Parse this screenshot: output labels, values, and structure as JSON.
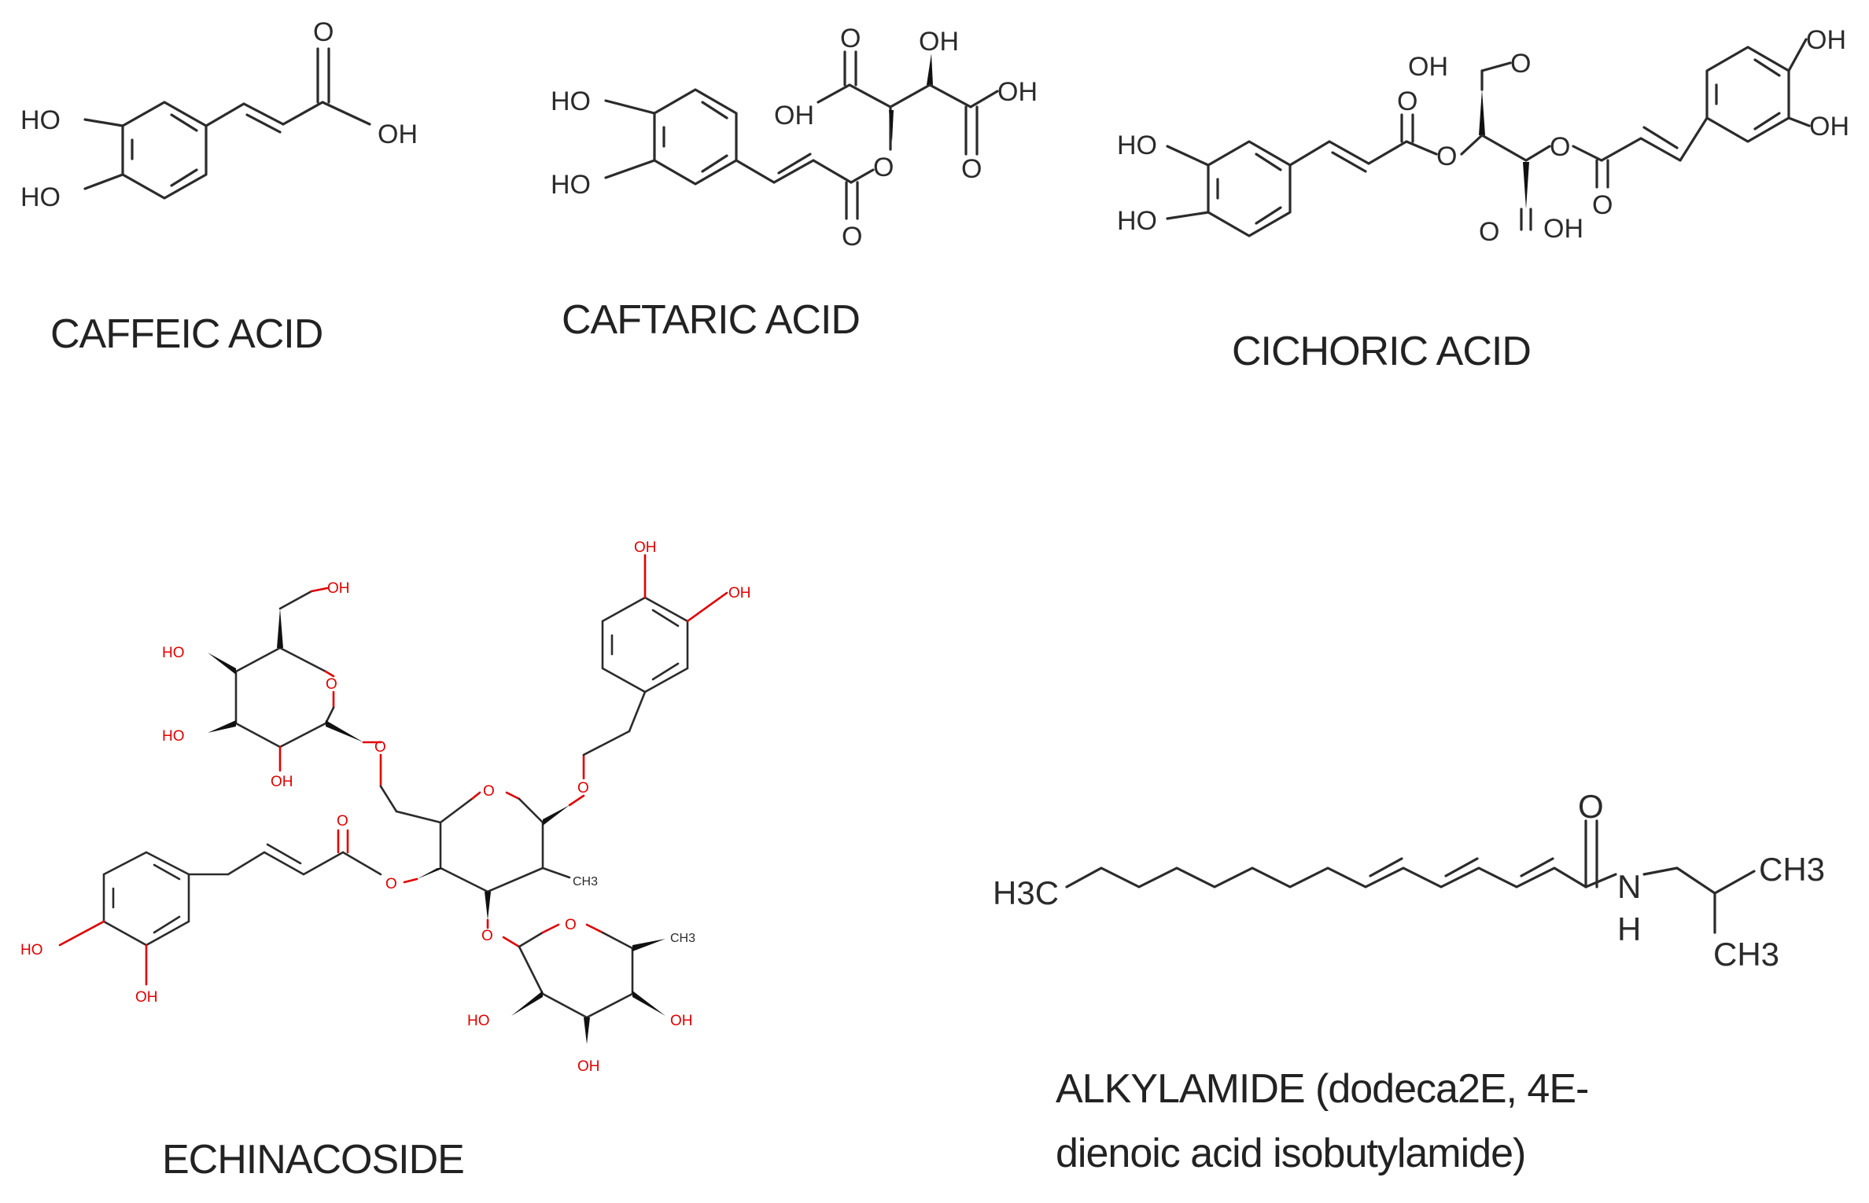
{
  "compounds": {
    "caffeic": {
      "name": "CAFFEIC ACID",
      "atoms": {
        "ho1": "HO",
        "ho2": "HO",
        "o": "O",
        "oh": "OH"
      }
    },
    "caftaric": {
      "name": "CAFTARIC ACID",
      "atoms": {
        "ho1": "HO",
        "ho2": "HO",
        "o_top": "O",
        "oh_top": "OH",
        "oh_left": "OH",
        "oh_right": "OH",
        "o_right": "O",
        "o_ester": "O",
        "o_bottom": "O"
      }
    },
    "cichoric": {
      "name": "CICHORIC ACID",
      "atoms": {
        "ho1": "HO",
        "ho2": "HO",
        "o_lc": "O",
        "o_le": "O",
        "oh_top": "OH",
        "o_top": "O",
        "o_re": "O",
        "o_rc": "O",
        "o_bot": "O",
        "oh_bot": "OH",
        "oh_r1": "OH",
        "oh_r2": "OH"
      }
    },
    "echinacoside": {
      "name": "ECHINACOSIDE",
      "atoms": {
        "oh_ch2": "OH",
        "oh_g1": "HO",
        "oh_g2": "HO",
        "oh_g3": "OH",
        "o_g_ring": "O",
        "o_link1": "O",
        "o_c_ring": "O",
        "o_link2": "O",
        "ch3_c": "CH3",
        "o_ester": "O",
        "o_carb": "O",
        "o_link3": "O",
        "o_r_ring": "O",
        "ch3_r": "CH3",
        "oh_r1": "HO",
        "oh_r2": "OH",
        "oh_r3": "OH",
        "oh_p1": "OH",
        "oh_p2": "OH",
        "oh_c1": "HO",
        "oh_c2": "OH"
      }
    },
    "alkylamide": {
      "name_line1": "ALKYLAMIDE (dodeca2E, 4E-",
      "name_line2": "dienoic acid isobutylamide)",
      "atoms": {
        "h3c": "H3C",
        "o": "O",
        "n": "N",
        "h": "H",
        "ch3_1": "CH3",
        "ch3_2": "CH3"
      }
    }
  }
}
